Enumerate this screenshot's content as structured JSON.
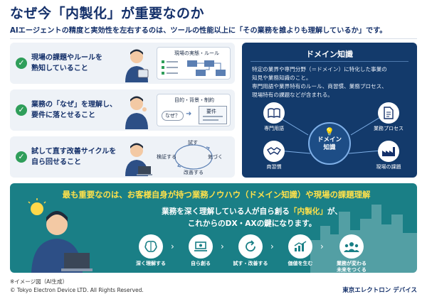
{
  "header": {
    "title": "なぜ今「内製化」が重要なのか",
    "subtitle": "AIエージェントの精度と実効性を左右するのは、ツールの性能以上に「その業務を誰よりも理解しているか」です。"
  },
  "cards": [
    {
      "text_line1": "現場の課題やルールを",
      "text_line2": "熟知していること",
      "diagram_title": "現場の実態・ルール"
    },
    {
      "text_line1": "業務の「なぜ」を理解し、",
      "text_line2": "要件に落とせること",
      "diagram_title": "目的・背景・制約",
      "diagram_q": "なぜ？",
      "diagram_req": "要件"
    },
    {
      "text_line1": "試して直す改善サイクルを",
      "text_line2": "自ら回せること",
      "cycle": [
        "試す",
        "気づく",
        "改善する",
        "検証する"
      ]
    }
  ],
  "domain": {
    "heading": "ドメイン知識",
    "desc1": "特定の業界や専門分野（＝ドメイン）に特化した事業の",
    "desc2": "知見や業務知識のこと。",
    "desc3": "専門用語や業界特有のルール、商習慣、業務プロセス、",
    "desc4": "現場特有の課題などが含まれる。",
    "center_line1": "ドメイン",
    "center_line2": "知識",
    "nodes": [
      "専門用語",
      "業務プロセス",
      "商習慣",
      "現場の課題"
    ]
  },
  "banner": {
    "heading": "最も重要なのは、お客様自身が持つ業務ノウハウ（ドメイン知識）や現場の課題理解",
    "msg1_pre": "業務を深く理解している人が自ら創る",
    "msg1_hl": "「内製化」",
    "msg1_post": "が、",
    "msg2": "これからのDX・AXの鍵になります。",
    "steps": [
      "深く理解する",
      "自ら創る",
      "試す・改善する",
      "価値を生む",
      "業務が変わる"
    ],
    "step5_line2": "未来をつくる"
  },
  "footer": {
    "note": "※イメージ図（AI生成）",
    "copyright": "© Tokyo Electron Device LTD. All Rights Reserved.",
    "logo": "東京エレクトロン デバイス"
  },
  "colors": {
    "navy": "#14306a",
    "domain_bg": "#133a6b",
    "banner_bg": "#1a7f86",
    "highlight": "#ffe14a",
    "check": "#2f9e5a"
  }
}
